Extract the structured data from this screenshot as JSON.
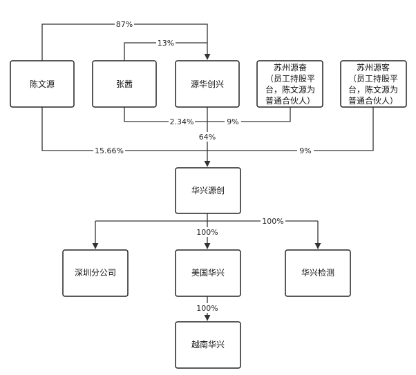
{
  "nodes": {
    "chenwenyuan": {
      "label": "陈文源"
    },
    "zhangxi": {
      "label": "张茜"
    },
    "yuanhuachuangxing": {
      "label": "源华创兴"
    },
    "suzhou_yuanfen": {
      "lines": [
        "苏州源奋",
        "（员工持股平",
        "台，陈文源为",
        "普通合伙人）"
      ]
    },
    "suzhou_yuanke": {
      "lines": [
        "苏州源客",
        "（员工持股平",
        "台，陈文源为",
        "普通合伙人）"
      ]
    },
    "huaxing_yuanchuang": {
      "label": "华兴源创"
    },
    "shenzhen_branch": {
      "label": "深圳分公司"
    },
    "us_huaxing": {
      "label": "美国华兴"
    },
    "huaxing_testing": {
      "label": "华兴检测"
    },
    "vietnam_huaxing": {
      "label": "越南华兴"
    }
  },
  "edges": {
    "chen_to_yuanhua": "87%",
    "zhang_to_yuanhua": "13%",
    "zhang_to_huaxing": "2.34%",
    "yuanfen_to_huaxing": "9%",
    "yuanhua_to_huaxing": "64%",
    "chen_to_huaxing": "15.66%",
    "yuanke_to_huaxing": "9%",
    "huaxing_to_us": "100%",
    "huaxing_to_subs": "100%",
    "us_to_vietnam": "100%"
  }
}
